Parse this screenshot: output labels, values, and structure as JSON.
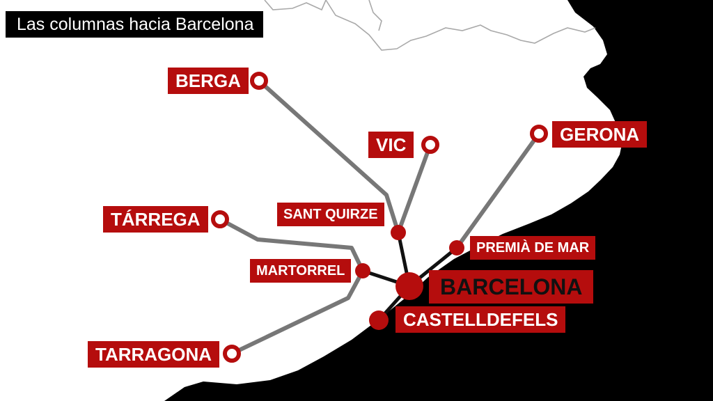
{
  "title": "Las columnas hacia Barcelona",
  "cities": {
    "berga": "BERGA",
    "vic": "VIC",
    "gerona": "GERONA",
    "tarrega": "TÁRREGA",
    "sant_quirze": "SANT QUIRZE",
    "martorrel": "MARTORREL",
    "premia": "PREMIÀ DE MAR",
    "barcelona": "BARCELONA",
    "castelldefels": "CASTELLDEFELS",
    "tarragona": "TARRAGONA"
  },
  "colors": {
    "land": "#ffffff",
    "sea": "#000000",
    "border": "#a9a9a9",
    "route_outer": "#777777",
    "route_inner": "#111111",
    "marker": "#b50d0d",
    "label_bg": "#b50d0d",
    "label_text": "#ffffff"
  }
}
